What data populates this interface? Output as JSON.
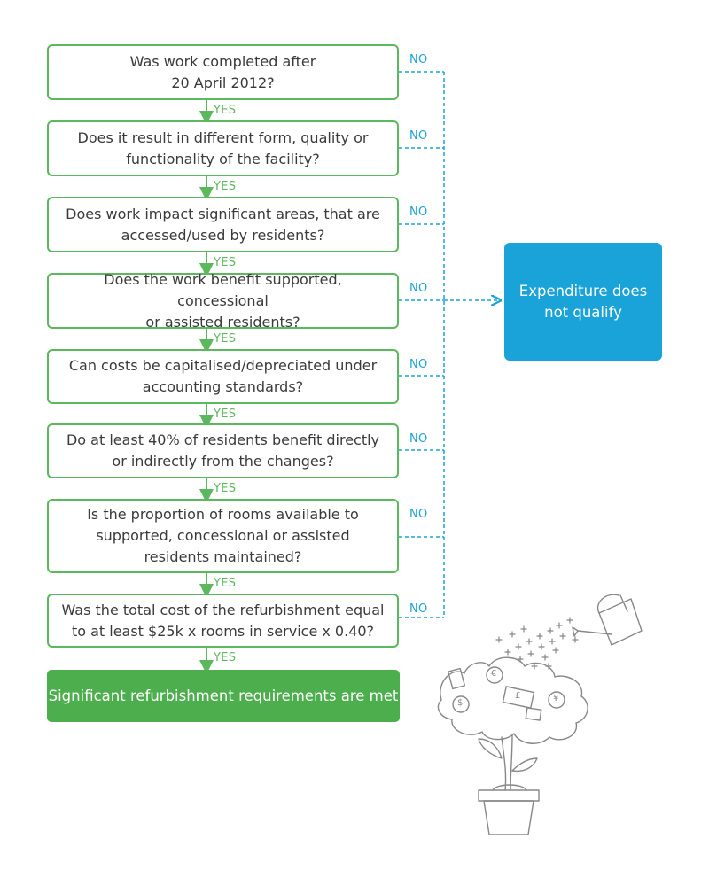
{
  "questions": [
    {
      "text": "Was work completed after\n20 April 2012?"
    },
    {
      "text": "Does it result in different form, quality or\nfunctionality of the facility?"
    },
    {
      "text": "Does work impact significant areas, that are\naccessed/used by residents?"
    },
    {
      "text": "Does the work benefit supported, concessional\nor assisted residents?"
    },
    {
      "text": "Can costs be capitalised/depreciated under\naccounting standards?"
    },
    {
      "text": "Do at least 40% of residents benefit directly\nor indirectly from the changes?"
    },
    {
      "text": "Is the proportion of rooms available to\nsupported, concessional or assisted\nresidents maintained?"
    },
    {
      "text": "Was the total cost of the refurbishment equal\nto at least $25k x rooms in service x 0.40?"
    }
  ],
  "labels": {
    "yes": "YES",
    "no": "NO"
  },
  "result": {
    "text": "Significant refurbishment requirements are met"
  },
  "outcome": {
    "text": "Expenditure does\nnot qualify"
  },
  "illustration": {
    "coin_symbols": [
      "$",
      "€",
      "£",
      "¥"
    ]
  },
  "colors": {
    "yes_green": "#5cb85c",
    "result_green": "#4cae4c",
    "no_blue": "#1aa3d9",
    "text": "#3a3a3a",
    "illustration_gray": "#888888"
  }
}
